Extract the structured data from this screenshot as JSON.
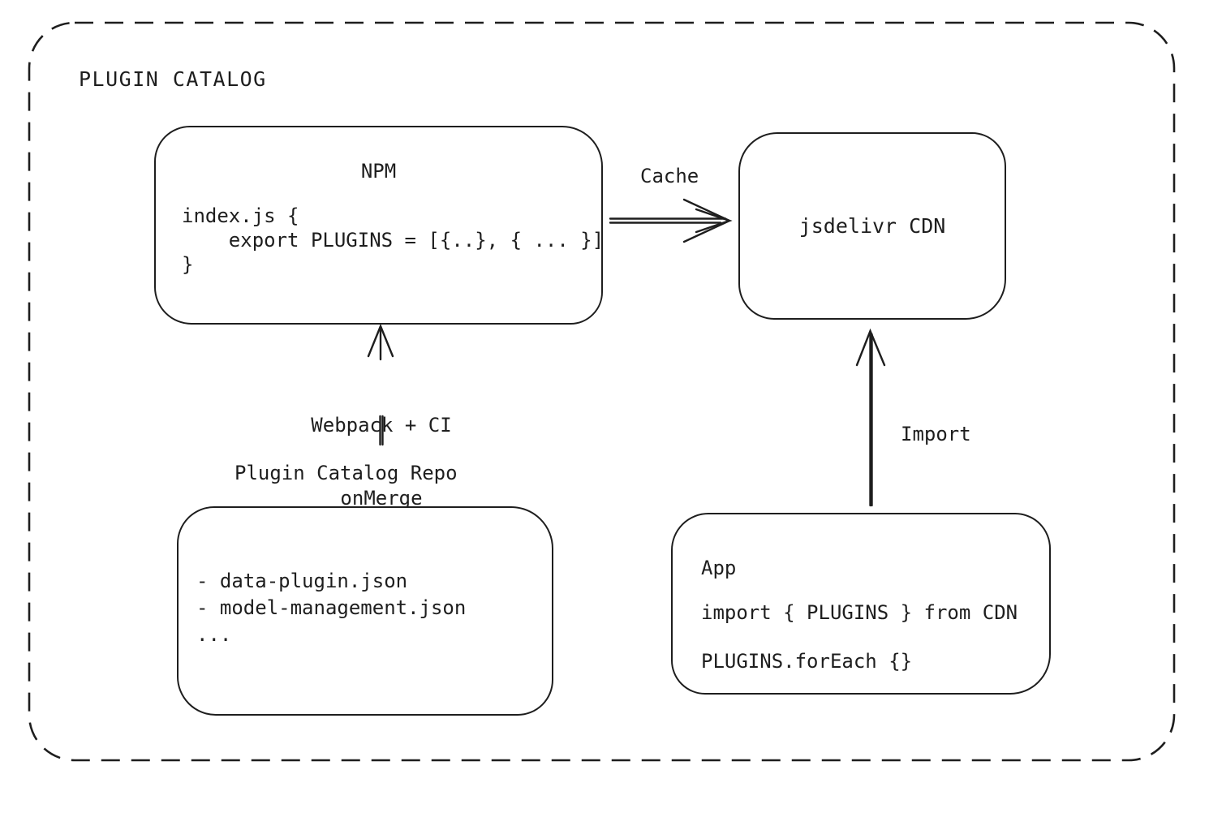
{
  "diagram": {
    "title": "PLUGIN CATALOG",
    "colors": {
      "stroke": "#1e1e1e",
      "background": "#ffffff"
    },
    "nodes": {
      "npm": {
        "title": "NPM",
        "code_lines": [
          "index.js {",
          "    export PLUGINS = [{..}, { ... }]",
          "}"
        ]
      },
      "cdn": {
        "label": "jsdelivr CDN"
      },
      "repo": {
        "label": "Plugin Catalog Repo",
        "items": [
          "- data-plugin.json",
          "- model-management.json",
          "..."
        ]
      },
      "app": {
        "title": "App",
        "code_lines": [
          "import { PLUGINS } from CDN",
          "PLUGINS.forEach {}"
        ]
      }
    },
    "edges": {
      "cache": {
        "label": "Cache",
        "from": "NPM",
        "to": "jsdelivr CDN"
      },
      "build": {
        "label_line1": "Webpack + CI",
        "label_line2": "onMerge",
        "from": "Plugin Catalog Repo",
        "to": "NPM"
      },
      "import": {
        "label": "Import",
        "from": "App",
        "to": "jsdelivr CDN"
      }
    }
  }
}
